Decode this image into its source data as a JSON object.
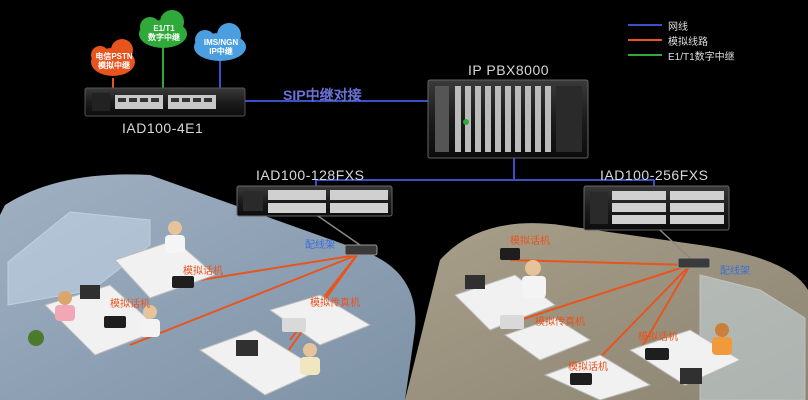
{
  "legend": {
    "items": [
      {
        "label": "网线",
        "color": "#3b4fc6"
      },
      {
        "label": "模拟线路",
        "color": "#e8541d"
      },
      {
        "label": "E1/T1数字中继",
        "color": "#2faa3a"
      }
    ]
  },
  "clouds": {
    "pstn": {
      "line1": "电信PSTN",
      "line2": "模拟中继",
      "color": "#e8541d"
    },
    "e1": {
      "line1": "E1/T1",
      "line2": "数字中继",
      "color": "#2faa3a"
    },
    "ims": {
      "line1": "IMS/NGN",
      "line2": "IP中继",
      "color": "#4b9fe0"
    }
  },
  "devices": {
    "iad4e1": {
      "name": "IAD100-4E1"
    },
    "pbx": {
      "name": "IP PBX8000"
    },
    "iad128": {
      "name": "IAD100-128FXS"
    },
    "iad256": {
      "name": "IAD100-256FXS"
    }
  },
  "links": {
    "sip": "SIP中继对接"
  },
  "left_room": {
    "rack_label": "配线架",
    "phone1": "模拟话机",
    "phone2": "模拟话机",
    "fax": "模拟传真机"
  },
  "right_room": {
    "rack_label": "配线架",
    "phone1": "模拟话机",
    "fax": "模拟传真机",
    "phone2": "模拟话机",
    "phone3": "模拟话机"
  }
}
